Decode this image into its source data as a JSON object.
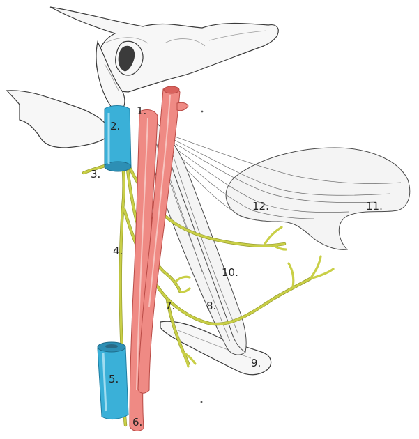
{
  "labels": {
    "l1": "1.",
    "l2": "2.",
    "l3": "3.",
    "l4": "4.",
    "l5": "5.",
    "l6": "6.",
    "l7": "7.",
    "l8": "8.",
    "l9": "9.",
    "l10": "10.",
    "l11": "11.",
    "l12": "12."
  },
  "colors": {
    "artery": "#ef8a84",
    "vein": "#3ab0d8",
    "nerve": "#c9cf47",
    "muscle": "#f4f4f4"
  }
}
